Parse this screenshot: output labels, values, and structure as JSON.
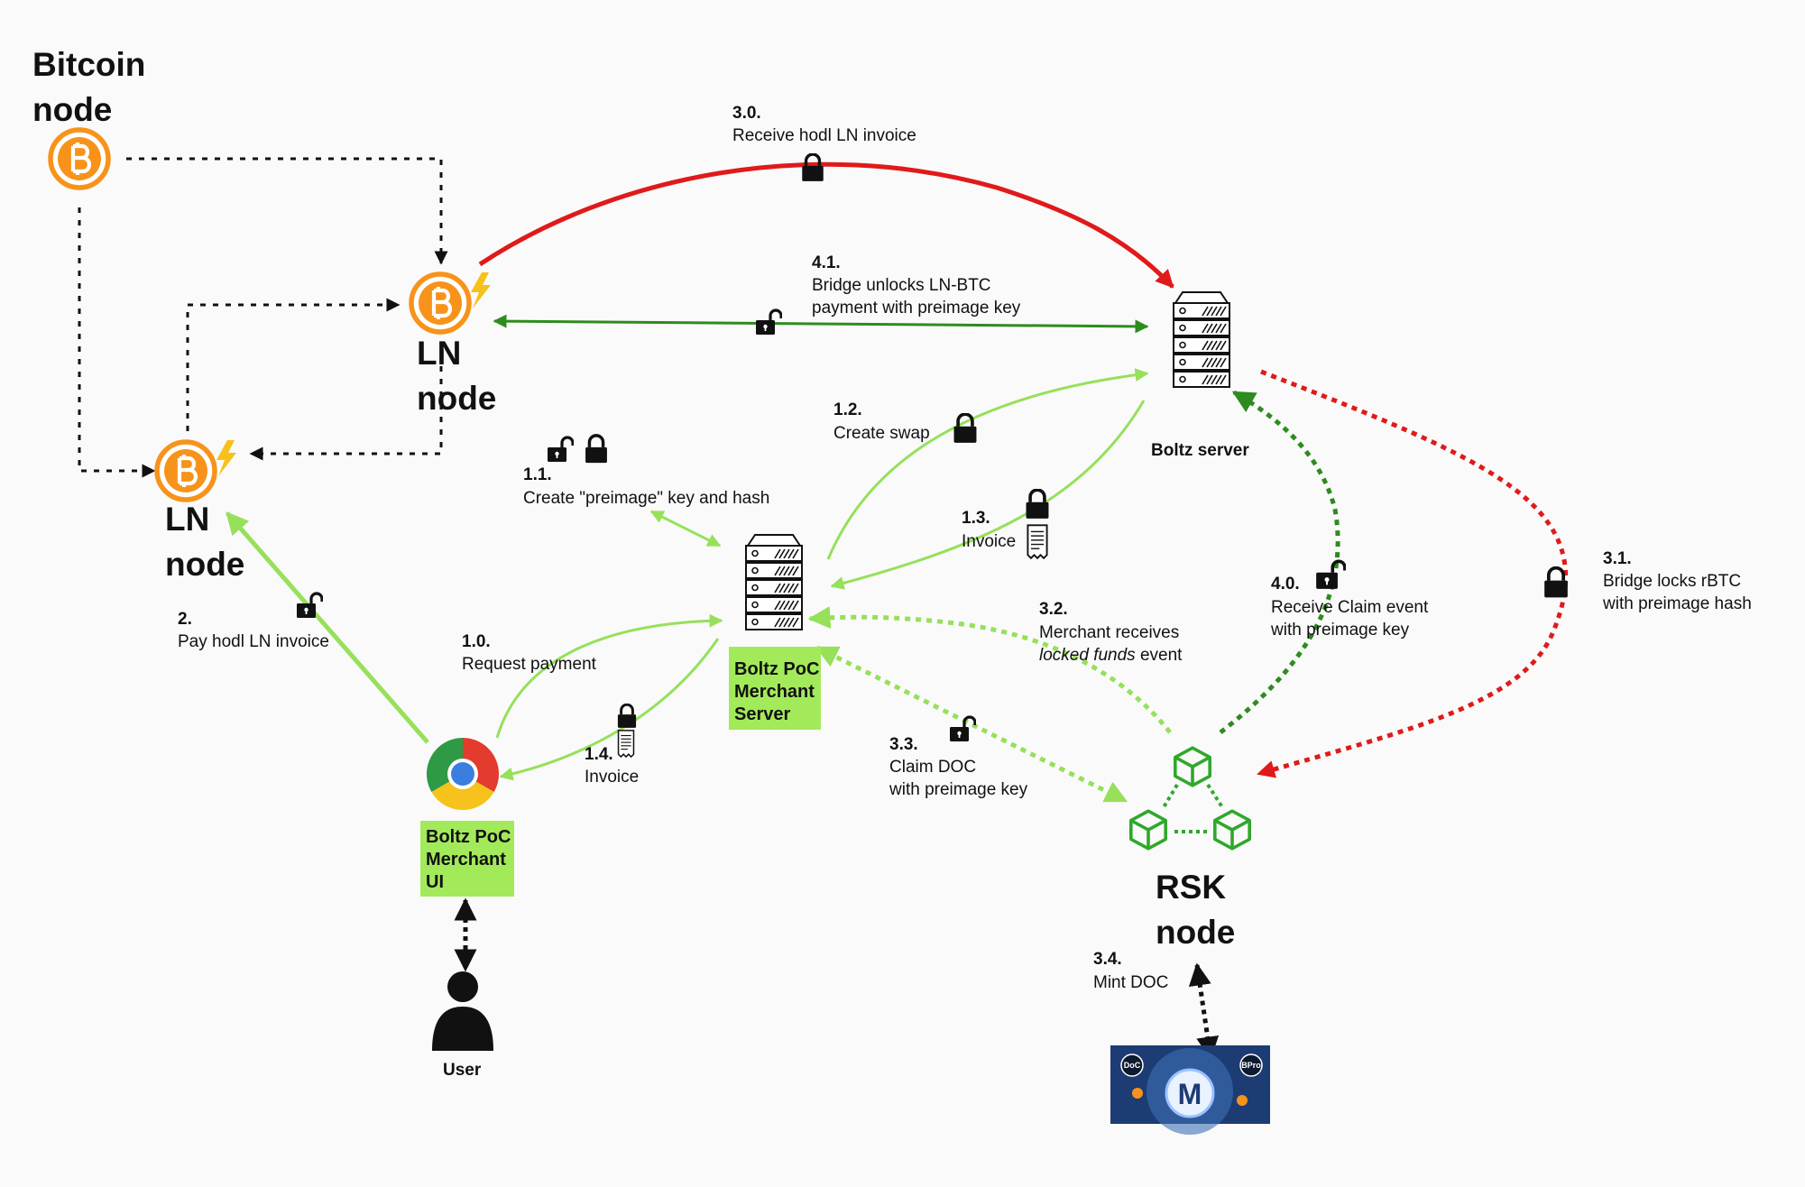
{
  "nodes": {
    "bitcoin": {
      "line1": "Bitcoin",
      "line2": "node"
    },
    "ln_top": {
      "line1": "LN",
      "line2": "node"
    },
    "ln_left": {
      "line1": "LN",
      "line2": "node"
    },
    "boltz_server": {
      "label": "Boltz server"
    },
    "merchant_server": {
      "line1": "Boltz PoC",
      "line2": "Merchant",
      "line3": "Server"
    },
    "merchant_ui": {
      "line1": "Boltz PoC",
      "line2": "Merchant",
      "line3": "UI"
    },
    "rsk": {
      "line1": "RSK",
      "line2": "node"
    },
    "user": {
      "label": "User"
    },
    "moc_logo": {
      "badge_left": "DoC",
      "badge_right": "BPro",
      "letter": "M"
    }
  },
  "steps": {
    "s30": {
      "num": "3.0.",
      "line1": "Receive hodl LN invoice"
    },
    "s41": {
      "num": "4.1.",
      "line1": "Bridge unlocks LN-BTC",
      "line2": "payment with preimage key"
    },
    "s12": {
      "num": "1.2.",
      "line1": "Create swap"
    },
    "s11": {
      "num": "1.1.",
      "line1": "Create \"preimage\" key and hash"
    },
    "s13": {
      "num": "1.3.",
      "line1": "Invoice"
    },
    "s2": {
      "num": "2.",
      "line1": "Pay hodl LN invoice"
    },
    "s10": {
      "num": "1.0.",
      "line1": "Request payment"
    },
    "s14": {
      "num": "1.4.",
      "line1": "Invoice"
    },
    "s32": {
      "num": "3.2.",
      "line1": "Merchant receives",
      "line2": "locked funds",
      "line2b": " event"
    },
    "s33": {
      "num": "3.3.",
      "line1": "Claim DOC",
      "line2": "with preimage key"
    },
    "s40": {
      "num": "4.0.",
      "line1": "Receive Claim event",
      "line2": "with preimage key"
    },
    "s31": {
      "num": "3.1.",
      "line1": "Bridge locks rBTC",
      "line2": "with preimage hash"
    },
    "s34": {
      "num": "3.4.",
      "line1": "Mint DOC"
    }
  },
  "colors": {
    "bitcoin_orange": "#f7931a",
    "red": "#e01a1a",
    "dark_green": "#2e8b1e",
    "light_green": "#96e05a",
    "box_green": "#a3ea5a",
    "rsk_green": "#2fa82a"
  }
}
